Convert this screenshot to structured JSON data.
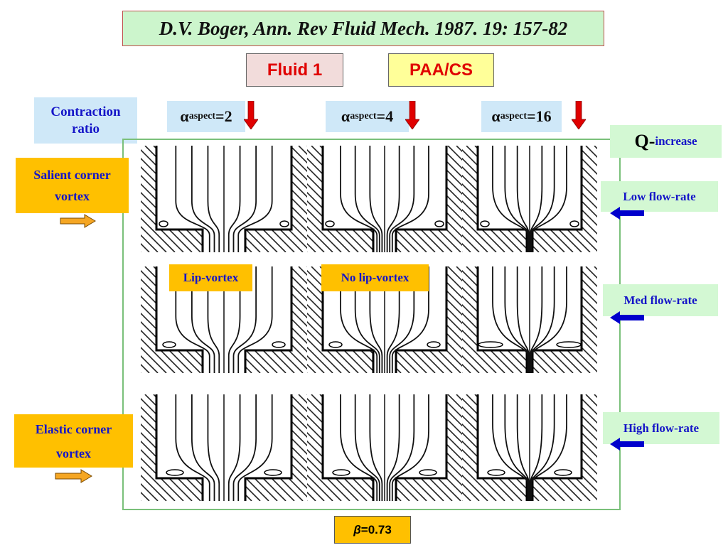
{
  "citation": "D.V. Boger, Ann. Rev Fluid Mech. 1987. 19: 157-82",
  "fluid_label": "Fluid 1",
  "fluid_name": "PAA/CS",
  "contraction_label": [
    "Contraction",
    "ratio"
  ],
  "aspect": [
    {
      "symbol": "α",
      "sub": "aspect",
      "value": "=2"
    },
    {
      "symbol": "α",
      "sub": "aspect",
      "value": "=4"
    },
    {
      "symbol": "α",
      "sub": "aspect",
      "value": "=16"
    }
  ],
  "q_increase": {
    "q": "Q-",
    "text": "increase"
  },
  "left_labels": {
    "salient": [
      "Salient corner",
      "vortex"
    ],
    "elastic": [
      "Elastic corner",
      "vortex"
    ]
  },
  "flow_rates": [
    "Low flow-rate",
    "Med flow-rate",
    "High flow-rate"
  ],
  "lip": {
    "lip_vortex": "Lip-vortex",
    "no_lip_vortex": "No lip-vortex"
  },
  "beta": {
    "symbol": "β",
    "value": "=0.73"
  },
  "colors": {
    "orange": "#ffc000",
    "blue_arrow": "#0000cc",
    "red_arrow": "#e00000"
  }
}
